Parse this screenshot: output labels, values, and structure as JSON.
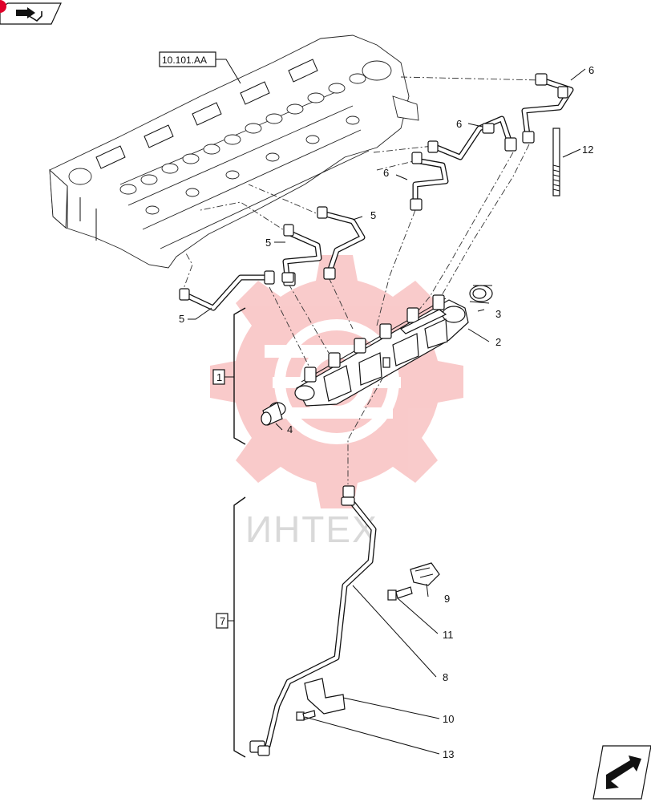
{
  "ref_code": "10.101.AA",
  "watermark": "ИНТЕХ",
  "callouts": {
    "c1": "1",
    "c2": "2",
    "c3": "3",
    "c4": "4",
    "c5a": "5",
    "c5b": "5",
    "c5c": "5",
    "c6a": "6",
    "c6b": "6",
    "c6c": "6",
    "c7": "7",
    "c8": "8",
    "c9": "9",
    "c10": "10",
    "c11": "11",
    "c12": "12",
    "c13": "13"
  },
  "icons": {
    "top_left": "back-book-icon",
    "bottom_right": "next-arrow-icon"
  },
  "colors": {
    "watermark_gear": "#f7b9b9",
    "badge": "#e0002a",
    "line": "#111111"
  }
}
